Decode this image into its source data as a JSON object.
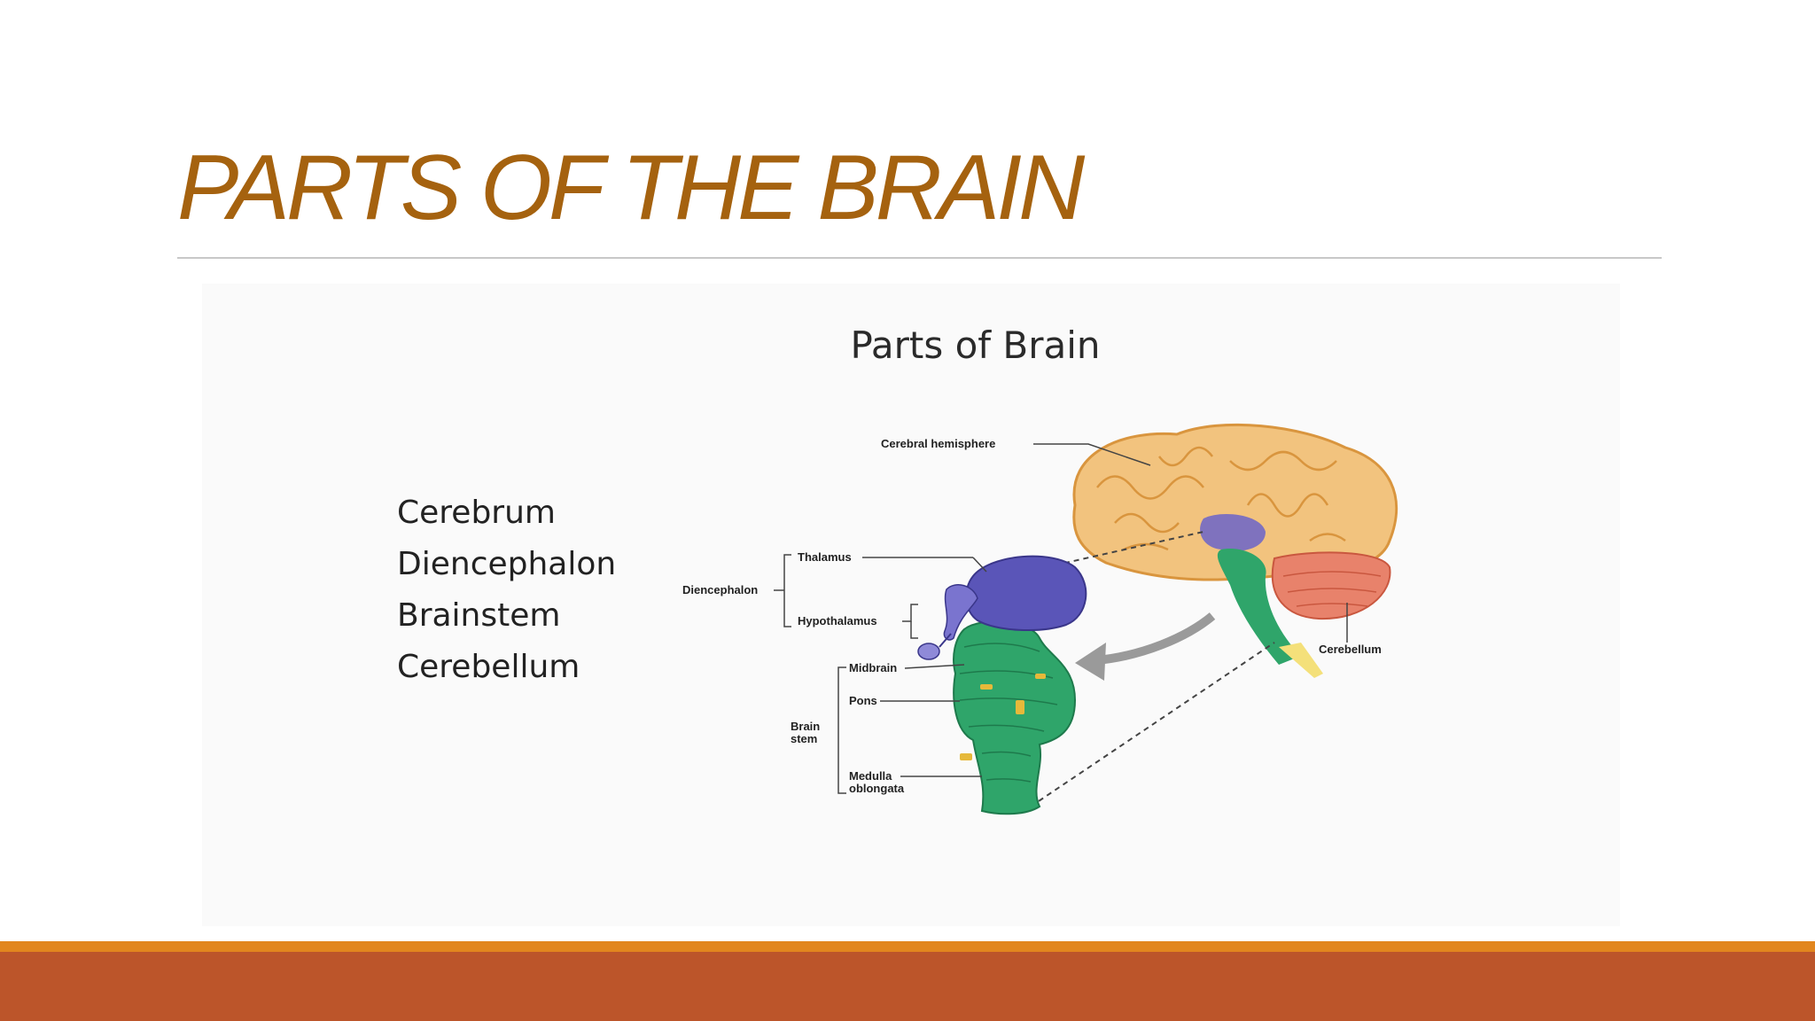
{
  "slide": {
    "title": "PARTS OF THE BRAIN"
  },
  "figure": {
    "heading": "Parts of Brain",
    "parts": [
      "Cerebrum",
      "Diencephalon",
      "Brainstem",
      "Cerebellum"
    ],
    "labels": {
      "cerebral_hemisphere": "Cerebral hemisphere",
      "thalamus": "Thalamus",
      "diencephalon": "Diencephalon",
      "hypothalamus": "Hypothalamus",
      "midbrain": "Midbrain",
      "pons": "Pons",
      "brain_stem_line1": "Brain",
      "brain_stem_line2": "stem",
      "medulla_line1": "Medulla",
      "medulla_line2": "oblongata",
      "cerebellum": "Cerebellum"
    }
  },
  "colors": {
    "title": "#a5620f",
    "footer_stripe": "#e2861e",
    "footer_band": "#bc552a",
    "cerebrum": "#f2c37e",
    "diencephalon": "#5a55b8",
    "brainstem": "#2fa56a",
    "cerebellum": "#e8826b"
  }
}
